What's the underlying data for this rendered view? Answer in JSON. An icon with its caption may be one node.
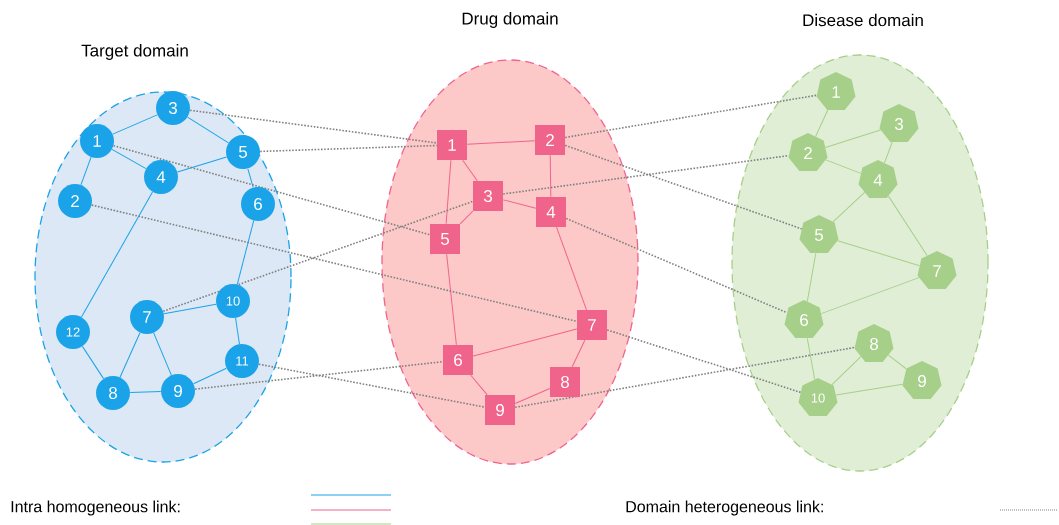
{
  "diagram": {
    "nodes": [
      {
        "text": [
          "Target domain"
        ]
      },
      {
        "text": [
          "1"
        ],
        "in": 0
      },
      {
        "text": [
          "2"
        ],
        "in": 0
      },
      {
        "text": [
          "3"
        ],
        "in": 0
      },
      {
        "text": [
          "4"
        ],
        "in": 0
      },
      {
        "text": [
          "5"
        ],
        "in": 0
      },
      {
        "text": [
          "6"
        ],
        "in": 0
      },
      {
        "text": [
          "7"
        ],
        "in": 0
      },
      {
        "text": [
          "8"
        ],
        "in": 0
      },
      {
        "text": [
          "9"
        ],
        "in": 0
      },
      {
        "text": [
          "10"
        ],
        "in": 0
      },
      {
        "text": [
          "11"
        ],
        "in": 0
      },
      {
        "text": [
          "12"
        ],
        "in": 0
      },
      {
        "text": [
          "Drug domain"
        ]
      },
      {
        "text": [
          "1"
        ],
        "in": 13
      },
      {
        "text": [
          "2"
        ],
        "in": 13
      },
      {
        "text": [
          "3"
        ],
        "in": 13
      },
      {
        "text": [
          "4"
        ],
        "in": 13
      },
      {
        "text": [
          "5"
        ],
        "in": 13
      },
      {
        "text": [
          "6"
        ],
        "in": 13
      },
      {
        "text": [
          "7"
        ],
        "in": 13
      },
      {
        "text": [
          "8"
        ],
        "in": 13
      },
      {
        "text": [
          "9"
        ],
        "in": 13
      },
      {
        "text": [
          "Disease domain"
        ]
      },
      {
        "text": [
          "1"
        ],
        "in": 23
      },
      {
        "text": [
          "2"
        ],
        "in": 23
      },
      {
        "text": [
          "3"
        ],
        "in": 23
      },
      {
        "text": [
          "4"
        ],
        "in": 23
      },
      {
        "text": [
          "5"
        ],
        "in": 23
      },
      {
        "text": [
          "6"
        ],
        "in": 23
      },
      {
        "text": [
          "7"
        ],
        "in": 23
      },
      {
        "text": [
          "8"
        ],
        "in": 23
      },
      {
        "text": [
          "9"
        ],
        "in": 23
      },
      {
        "text": [
          "10"
        ],
        "in": 23
      }
    ],
    "edges": [
      {
        "from": 1,
        "to": 3,
        "arrow": "none",
        "color": "#1aa3e8"
      },
      {
        "from": 1,
        "to": 4,
        "arrow": "none",
        "color": "#1aa3e8"
      },
      {
        "from": 1,
        "to": 2,
        "arrow": "none",
        "color": "#1aa3e8"
      },
      {
        "from": 3,
        "to": 5,
        "arrow": "none",
        "color": "#1aa3e8"
      },
      {
        "from": 5,
        "to": 4,
        "arrow": "none",
        "color": "#1aa3e8"
      },
      {
        "from": 5,
        "to": 6,
        "arrow": "none",
        "color": "#1aa3e8"
      },
      {
        "from": 6,
        "to": 10,
        "arrow": "none",
        "color": "#1aa3e8"
      },
      {
        "from": 4,
        "to": 12,
        "arrow": "none",
        "color": "#1aa3e8"
      },
      {
        "from": 12,
        "to": 8,
        "arrow": "none",
        "color": "#1aa3e8"
      },
      {
        "from": 7,
        "to": 10,
        "arrow": "none",
        "color": "#1aa3e8"
      },
      {
        "from": 7,
        "to": 8,
        "arrow": "none",
        "color": "#1aa3e8"
      },
      {
        "from": 7,
        "to": 9,
        "arrow": "none",
        "color": "#1aa3e8"
      },
      {
        "from": 10,
        "to": 11,
        "arrow": "none",
        "color": "#1aa3e8"
      },
      {
        "from": 11,
        "to": 9,
        "arrow": "none",
        "color": "#1aa3e8"
      },
      {
        "from": 8,
        "to": 9,
        "arrow": "none",
        "color": "#1aa3e8"
      },
      {
        "from": 14,
        "to": 15,
        "arrow": "none",
        "color": "#f0648c"
      },
      {
        "from": 14,
        "to": 16,
        "arrow": "none",
        "color": "#f0648c"
      },
      {
        "from": 14,
        "to": 18,
        "arrow": "none",
        "color": "#f0648c"
      },
      {
        "from": 15,
        "to": 17,
        "arrow": "none",
        "color": "#f0648c"
      },
      {
        "from": 16,
        "to": 17,
        "arrow": "none",
        "color": "#f0648c"
      },
      {
        "from": 16,
        "to": 18,
        "arrow": "none",
        "color": "#f0648c"
      },
      {
        "from": 18,
        "to": 19,
        "arrow": "none",
        "color": "#f0648c"
      },
      {
        "from": 17,
        "to": 20,
        "arrow": "none",
        "color": "#f0648c"
      },
      {
        "from": 19,
        "to": 20,
        "arrow": "none",
        "color": "#f0648c"
      },
      {
        "from": 19,
        "to": 22,
        "arrow": "none",
        "color": "#f0648c"
      },
      {
        "from": 20,
        "to": 21,
        "arrow": "none",
        "color": "#f0648c"
      },
      {
        "from": 21,
        "to": 22,
        "arrow": "none",
        "color": "#f0648c"
      },
      {
        "from": 24,
        "to": 25,
        "arrow": "none",
        "color": "#a6d08a"
      },
      {
        "from": 25,
        "to": 26,
        "arrow": "none",
        "color": "#a6d08a"
      },
      {
        "from": 25,
        "to": 27,
        "arrow": "none",
        "color": "#a6d08a"
      },
      {
        "from": 26,
        "to": 27,
        "arrow": "none",
        "color": "#a6d08a"
      },
      {
        "from": 27,
        "to": 28,
        "arrow": "none",
        "color": "#a6d08a"
      },
      {
        "from": 27,
        "to": 30,
        "arrow": "none",
        "color": "#a6d08a"
      },
      {
        "from": 28,
        "to": 30,
        "arrow": "none",
        "color": "#a6d08a"
      },
      {
        "from": 28,
        "to": 29,
        "arrow": "none",
        "color": "#a6d08a"
      },
      {
        "from": 29,
        "to": 30,
        "arrow": "none",
        "color": "#a6d08a"
      },
      {
        "from": 29,
        "to": 33,
        "arrow": "none",
        "color": "#a6d08a"
      },
      {
        "from": 31,
        "to": 33,
        "arrow": "none",
        "color": "#a6d08a"
      },
      {
        "from": 31,
        "to": 32,
        "arrow": "none",
        "color": "#a6d08a"
      },
      {
        "from": 32,
        "to": 33,
        "arrow": "none",
        "color": "#a6d08a"
      },
      {
        "from": 3,
        "to": 14,
        "arrow": "none",
        "style": "dashed",
        "color": "#808080"
      },
      {
        "from": 5,
        "to": 14,
        "arrow": "none",
        "style": "dashed",
        "color": "#808080"
      },
      {
        "from": 1,
        "to": 18,
        "arrow": "none",
        "style": "dashed",
        "color": "#808080"
      },
      {
        "from": 2,
        "to": 20,
        "arrow": "none",
        "style": "dashed",
        "color": "#808080"
      },
      {
        "from": 7,
        "to": 16,
        "arrow": "none",
        "style": "dashed",
        "color": "#808080"
      },
      {
        "from": 16,
        "to": 25,
        "arrow": "none",
        "style": "dashed",
        "color": "#808080"
      },
      {
        "from": 11,
        "to": 22,
        "arrow": "none",
        "style": "dashed",
        "color": "#808080"
      },
      {
        "from": 9,
        "to": 19,
        "arrow": "none",
        "style": "dashed",
        "color": "#808080"
      },
      {
        "from": 15,
        "to": 24,
        "arrow": "none",
        "style": "dashed",
        "color": "#808080"
      },
      {
        "from": 15,
        "to": 28,
        "arrow": "none",
        "style": "dashed",
        "color": "#808080"
      },
      {
        "from": 17,
        "to": 29,
        "arrow": "none",
        "style": "dashed",
        "color": "#808080"
      },
      {
        "from": 20,
        "to": 33,
        "arrow": "none",
        "style": "dashed",
        "color": "#808080"
      },
      {
        "from": 22,
        "to": 31,
        "arrow": "none",
        "style": "dashed",
        "color": "#808080"
      }
    ],
    "legend": [
      {
        "text": "Intra homogeneous link:"
      },
      {
        "text": "Domain heterogeneous link:"
      }
    ]
  }
}
